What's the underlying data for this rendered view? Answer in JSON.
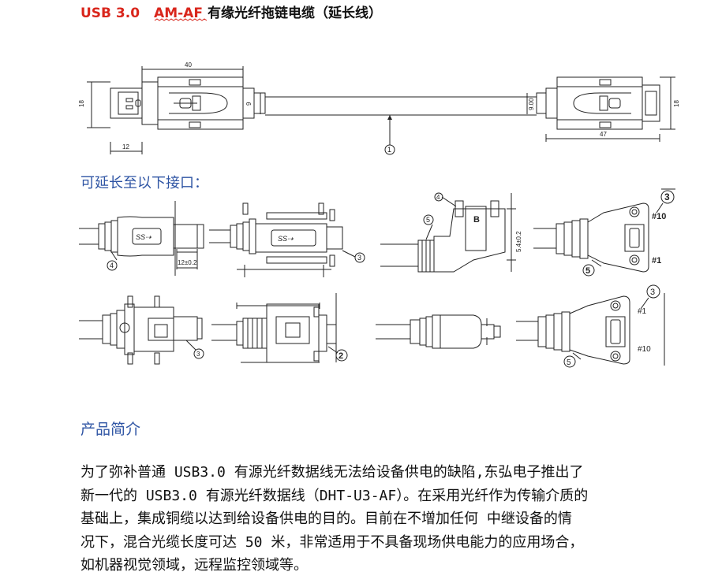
{
  "title": {
    "part1": "USB 3.0",
    "part2": "AM-AF",
    "part3": "有缘光纤拖链电缆（延长线）"
  },
  "drawing": {
    "dim_length": "40",
    "dim_height_left": "18",
    "dim_height_right": "18",
    "dim_plug": "12",
    "dim_cable": "9",
    "dim_cable_right": "9.00",
    "dim_right_length": "47",
    "callout": "1"
  },
  "subheading": "可延长至以下接口：",
  "connectors": {
    "c1_callout": "4",
    "c1_dim": "12±0.2",
    "c2_callout": "3",
    "c3_callout": "5",
    "c3_letter_b": "B",
    "c3_dim": "5.4±0.2",
    "c3_top_callout": "4",
    "c4_callout_top": "3",
    "c4_pin_a": "#10",
    "c4_pin_b": "#1",
    "c4_callout_bottom": "5",
    "c5_callout": "3",
    "c6_callout": "2",
    "c8_callout_top": "3",
    "c8_pin_a": "#1",
    "c8_pin_b": "#10",
    "c8_callout_bottom": "5"
  },
  "intro": {
    "heading": "产品简介",
    "lines": [
      "为了弥补普通 USB3.0 有源光纤数据线无法给设备供电的缺陷,东弘电子推出了",
      "新一代的 USB3.0 有源光纤数据线（DHT-U3-AF）。在采用光纤作为传输介质的",
      "基础上，集成铜缆以达到给设备供电的目的。目前在不增加任何 中继设备的情",
      "况下，混合光缆长度可达 50 米，非常适用于不具备现场供电能力的应用场合，",
      "如机器视觉领域，远程监控领域等。"
    ]
  }
}
